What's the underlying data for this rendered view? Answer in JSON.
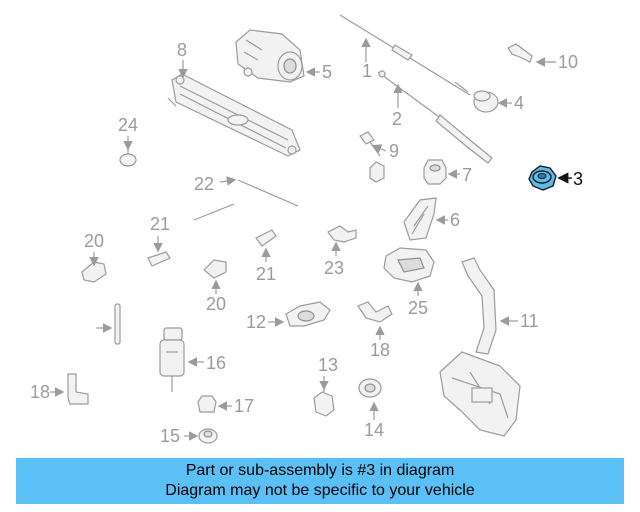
{
  "diagram": {
    "labels": {
      "l1": "1",
      "l2": "2",
      "l3": "3",
      "l4": "4",
      "l5": "5",
      "l6": "6",
      "l7": "7",
      "l8": "8",
      "l9": "9",
      "l10": "10",
      "l11": "11",
      "l12": "12",
      "l13": "13",
      "l14": "14",
      "l15": "15",
      "l16": "16",
      "l17": "17",
      "l18a": "18",
      "l18b": "18",
      "l20a": "20",
      "l20b": "20",
      "l21a": "21",
      "l21b": "21",
      "l22": "22",
      "l23": "23",
      "l24": "24",
      "l25": "25"
    },
    "highlight_color": "#5bbcf0"
  },
  "banner": {
    "line1": "Part or sub-assembly is #3 in diagram",
    "line2": "Diagram may not be specific to your vehicle",
    "color": "#5bc0f5"
  }
}
